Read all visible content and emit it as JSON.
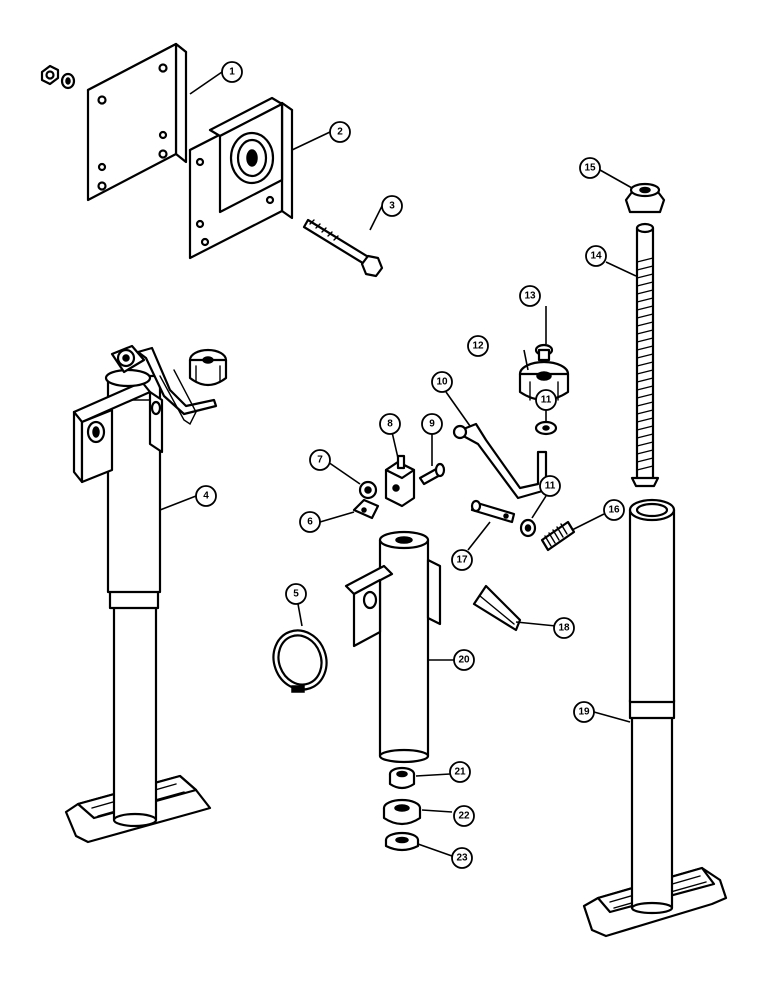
{
  "callouts": [
    {
      "id": "1",
      "label": "1"
    },
    {
      "id": "2",
      "label": "2"
    },
    {
      "id": "3",
      "label": "3"
    },
    {
      "id": "4",
      "label": "4"
    },
    {
      "id": "5",
      "label": "5"
    },
    {
      "id": "6",
      "label": "6"
    },
    {
      "id": "7",
      "label": "7"
    },
    {
      "id": "8",
      "label": "8"
    },
    {
      "id": "9",
      "label": "9"
    },
    {
      "id": "10",
      "label": "10"
    },
    {
      "id": "11a",
      "label": "11"
    },
    {
      "id": "11b",
      "label": "11"
    },
    {
      "id": "12",
      "label": "12"
    },
    {
      "id": "13",
      "label": "13"
    },
    {
      "id": "14",
      "label": "14"
    },
    {
      "id": "15",
      "label": "15"
    },
    {
      "id": "16",
      "label": "16"
    },
    {
      "id": "17",
      "label": "17"
    },
    {
      "id": "18",
      "label": "18"
    },
    {
      "id": "19",
      "label": "19"
    },
    {
      "id": "20",
      "label": "20"
    },
    {
      "id": "21",
      "label": "21"
    },
    {
      "id": "22",
      "label": "22"
    },
    {
      "id": "23",
      "label": "23"
    }
  ]
}
